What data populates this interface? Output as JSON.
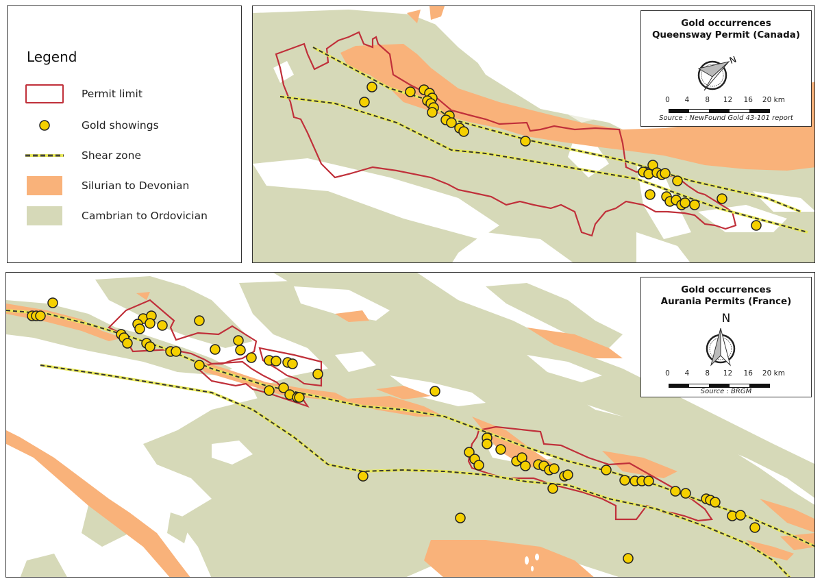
{
  "legend": {
    "title": "Legend",
    "items": [
      {
        "label": "Permit limit",
        "symbol": "red-outline-rectangle",
        "color": "#c0303a"
      },
      {
        "label": "Gold showings",
        "symbol": "yellow-circle",
        "color": "#f5d000"
      },
      {
        "label": "Shear zone",
        "symbol": "dashed-yellow-black-line",
        "color": "#e8e85a"
      },
      {
        "label": "Silurian to Devonian",
        "symbol": "orange-fill",
        "color": "#f9b27a"
      },
      {
        "label": "Cambrian to Ordovician",
        "symbol": "green-grey-fill",
        "color": "#d6d9b8"
      }
    ]
  },
  "top_map": {
    "title_line1": "Gold occurrences",
    "title_line2": "Queensway Permit (Canada)",
    "north_arrow": "rotated-north-arrow-icon",
    "north_label": "N",
    "scale_labels": [
      "0",
      "4",
      "8",
      "12",
      "16",
      "20 km"
    ],
    "source": "Source : NewFound Gold 43-101 report"
  },
  "bottom_map": {
    "title_line1": "Gold occurrences",
    "title_line2": "Aurania Permits (France)",
    "north_arrow": "north-arrow-icon",
    "north_label": "N",
    "scale_labels": [
      "0",
      "4",
      "8",
      "12",
      "16",
      "20 km"
    ],
    "source": "Source : BRGM"
  },
  "colors": {
    "permit": "#c0303a",
    "gold": "#f5d000",
    "silurian": "#f9b27a",
    "cambrian": "#d6d9b8",
    "shear_fill": "#e8e85a",
    "shear_dash": "#333333"
  }
}
